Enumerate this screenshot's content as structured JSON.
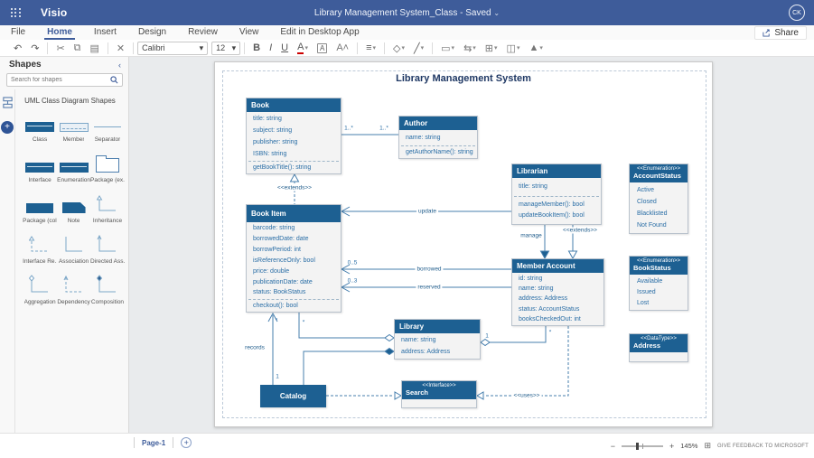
{
  "titlebar": {
    "app": "Visio",
    "document": "Library Management System_Class",
    "status": "Saved",
    "avatar": "CK"
  },
  "ribbon": {
    "tabs": [
      "File",
      "Home",
      "Insert",
      "Design",
      "Review",
      "View",
      "Edit in Desktop App"
    ],
    "active_tab": "Home",
    "share_label": "Share"
  },
  "toolbar": {
    "font_name": "Calibri",
    "font_size": "12",
    "bold": "B",
    "italic": "I",
    "underline": "U",
    "icons": {
      "undo": "↶",
      "redo": "↷",
      "cut": "✂",
      "copy": "⧉",
      "paste": "▤",
      "delete": "✕",
      "font_color": "A",
      "text_box": "A",
      "grow_font": "A˄",
      "align": "≡",
      "fill": "◇",
      "line": "╱",
      "shape": "▭",
      "arrows": "⇆",
      "merge": "⊞",
      "container": "◫",
      "position": "▲",
      "chevron": "▾"
    }
  },
  "shapes_panel": {
    "title": "Shapes",
    "collapse": "‹",
    "search_placeholder": "Search for shapes",
    "section": "UML Class Diagram Shapes",
    "items": [
      "Class",
      "Member",
      "Separator",
      "Interface",
      "Enumeration",
      "Package (ex...",
      "Package (col...",
      "Note",
      "Inheritance",
      "Interface Re...",
      "Association",
      "Directed Ass...",
      "Aggregation",
      "Dependency",
      "Composition"
    ]
  },
  "diagram": {
    "title": "Library Management System",
    "classes": [
      {
        "name": "Book",
        "attributes": [
          "title: string",
          "subject: string",
          "publisher: string",
          "ISBN: string"
        ],
        "methods": [
          "getBookTitle(): string"
        ]
      },
      {
        "name": "Author",
        "attributes": [
          "name: string"
        ],
        "methods": [
          "getAuthorName(): string"
        ]
      },
      {
        "name": "Librarian",
        "attributes": [
          "title: string"
        ],
        "methods": [
          "manageMember(): bool",
          "updateBookItem(): bool"
        ]
      },
      {
        "name": "Book Item",
        "attributes": [
          "barcode: string",
          "borrowedDate: date",
          "borrowPeriod: int",
          "isReferenceOnly: bool",
          "price: double",
          "publicationDate: date",
          "status: BookStatus"
        ],
        "methods": [
          "checkout(): bool"
        ]
      },
      {
        "name": "Member Account",
        "attributes": [
          "id: string",
          "name: string",
          "address: Address",
          "status: AccountStatus",
          "booksCheckedOut: int"
        ],
        "methods": []
      },
      {
        "name": "Library",
        "attributes": [
          "name: string",
          "address: Address"
        ],
        "methods": []
      }
    ],
    "enums": [
      {
        "stereotype": "<<Enumeration>>",
        "name": "AccountStatus",
        "values": [
          "Active",
          "Closed",
          "Blacklisted",
          "Not Found"
        ]
      },
      {
        "stereotype": "<<Enumeration>>",
        "name": "BookStatus",
        "values": [
          "Available",
          "Issued",
          "Lost"
        ]
      },
      {
        "stereotype": "<<DataType>>",
        "name": "Address",
        "values": []
      }
    ],
    "interface": {
      "stereotype": "<<Interface>>",
      "name": "Search"
    },
    "catalog": "Catalog",
    "labels": {
      "extends_book": "<<extends>>",
      "extends_member": "<<extends>>",
      "update": "update",
      "borrowed": "borrowed",
      "reserved": "reserved",
      "manage": "manage",
      "records": "records",
      "uses": "<<uses>>",
      "book_author_left": "1..*",
      "book_author_right": "1..*",
      "borrowed_mult": "0..5",
      "reserved_mult": "0..3",
      "records_one": "1",
      "records_star": "*",
      "agg_star": "*",
      "lib_member_one": "1",
      "lib_member_star": "*"
    }
  },
  "statusbar": {
    "page_tab": "Page-1",
    "zoom_value": "145%",
    "feedback": "GIVE FEEDBACK TO MICROSOFT",
    "zoom_out": "−",
    "zoom_in": "+"
  },
  "colors": {
    "brand": "#3e5c9a",
    "shape_fill": "#1d6092",
    "connector": "#477fae",
    "attr_text": "#2a6ea6",
    "title_navy": "#1f3864"
  }
}
